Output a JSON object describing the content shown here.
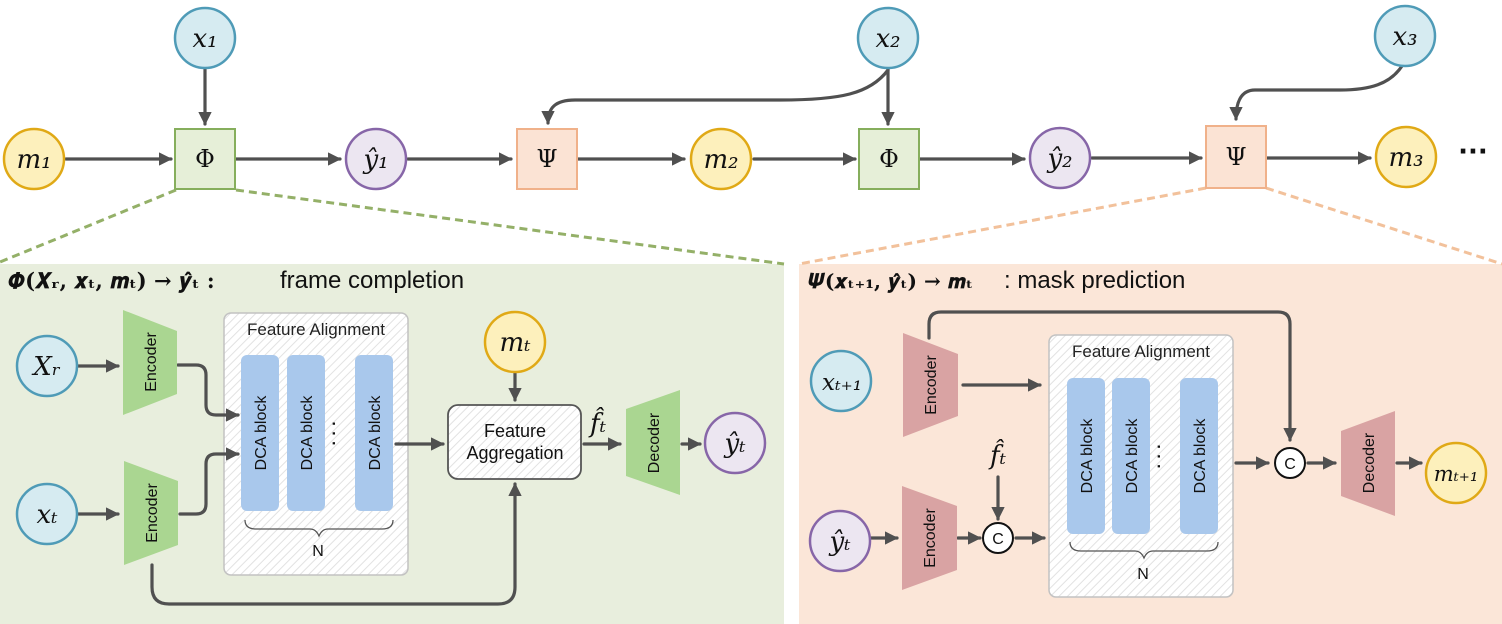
{
  "colors": {
    "circle_x_fill": "#d6ebf1",
    "circle_x_stroke": "#4f9bb7",
    "circle_m_fill": "#fdf0bc",
    "circle_m_stroke": "#e0a916",
    "circle_y_fill": "#ece6f1",
    "circle_y_stroke": "#8766a8",
    "phi_fill": "#e6efd8",
    "phi_stroke": "#86ae5c",
    "psi_fill": "#fbe3d4",
    "psi_stroke": "#f0b18a",
    "panel_left": "#e8eedd",
    "panel_right": "#fbe6d8",
    "encoder_green": "#aad691",
    "encoder_red": "#d9a3a3",
    "dca_block": "#a9c8ec",
    "arrow": "#505050"
  },
  "top_chain": {
    "inputs": {
      "x1": "x₁",
      "x2": "x₂",
      "x3": "x₃"
    },
    "masks": {
      "m1": "m₁",
      "m2": "m₂",
      "m3": "m₃"
    },
    "outputs": {
      "y1": "ŷ₁",
      "y2": "ŷ₂"
    },
    "phi": "Φ",
    "psi": "Ψ",
    "ellipsis": "···"
  },
  "left_panel": {
    "title_formula": "𝜱(𝑿ᵣ, 𝒙ₜ, 𝒎ₜ) → 𝒚̂ₜ :",
    "title_text": "frame completion",
    "input_xr": "Xᵣ",
    "input_xt": "xₜ",
    "mask_mt": "mₜ",
    "output_yt": "ŷₜ",
    "feature_label": "f̂ₜ",
    "encoder_label": "Encoder",
    "decoder_label": "Decoder",
    "alignment_title": "Feature Alignment",
    "dca_label": "DCA block",
    "dots": "· · ·",
    "n_label": "N",
    "aggregation_line1": "Feature",
    "aggregation_line2": "Aggregation"
  },
  "right_panel": {
    "title_formula": "𝜳(𝒙ₜ₊₁, 𝒚̂ₜ) → 𝒎ₜ",
    "title_text": ": mask prediction",
    "input_x": "xₜ₊₁",
    "input_y": "ŷₜ",
    "feature_label": "f̂ₜ",
    "output_m": "mₜ₊₁",
    "encoder_label": "Encoder",
    "decoder_label": "Decoder",
    "alignment_title": "Feature Alignment",
    "dca_label": "DCA block",
    "dots": "· · ·",
    "n_label": "N",
    "concat_label": "C"
  }
}
